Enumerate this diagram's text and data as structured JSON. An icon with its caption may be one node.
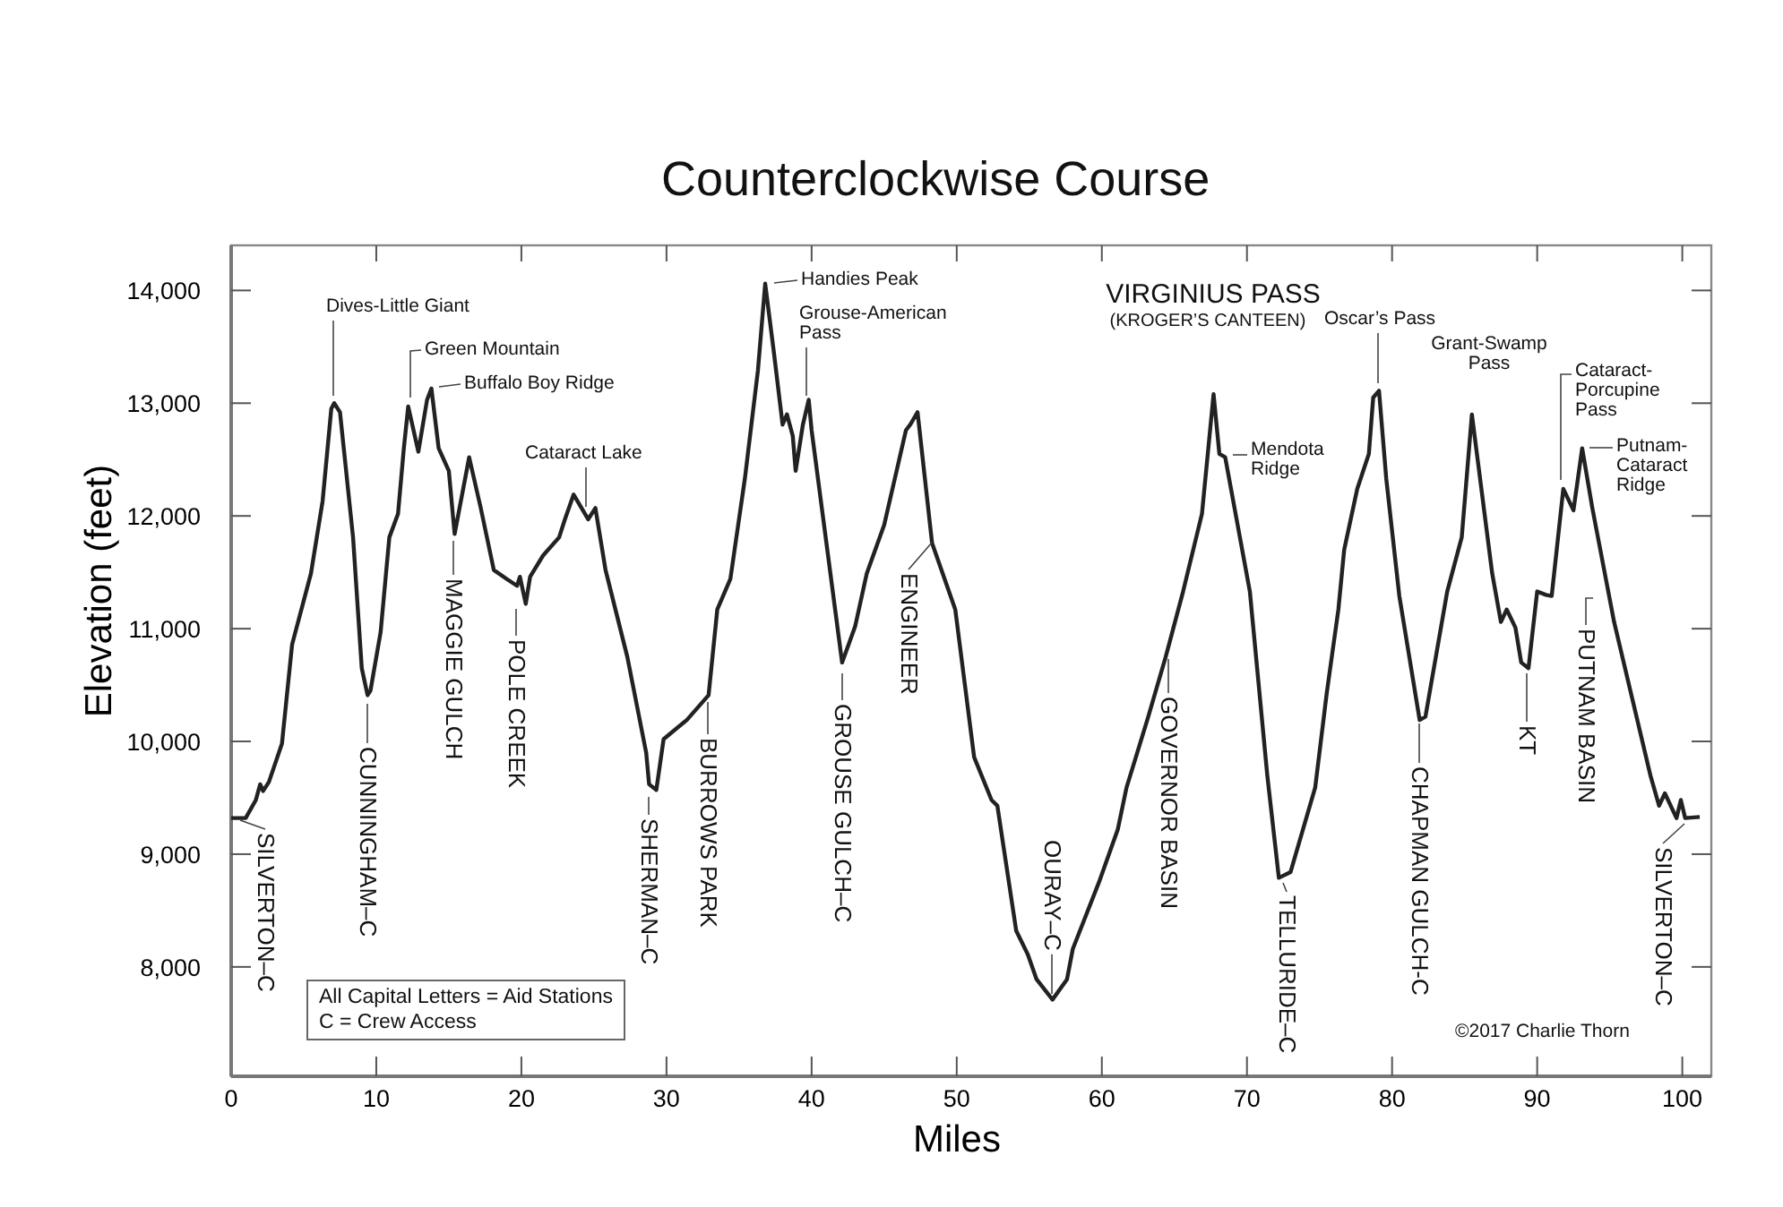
{
  "diagram": {
    "title": "Counterclockwise Course",
    "nodes": [
      {
        "text": [
          "SILVERTON–C"
        ]
      },
      {
        "text": [
          "Dives-Little Giant"
        ]
      },
      {
        "text": [
          "CUNNINGHAM–C"
        ]
      },
      {
        "text": [
          "Green Mountain"
        ]
      },
      {
        "text": [
          "Buffalo Boy Ridge"
        ]
      },
      {
        "text": [
          "MAGGIE GULCH"
        ]
      },
      {
        "text": [
          "POLE CREEK"
        ]
      },
      {
        "text": [
          "Cataract Lake"
        ]
      },
      {
        "text": [
          "SHERMAN–C"
        ]
      },
      {
        "text": [
          "BURROWS PARK"
        ]
      },
      {
        "text": [
          "Handies Peak"
        ]
      },
      {
        "text": [
          "Grouse-American Pass"
        ]
      },
      {
        "text": [
          "GROUSE GULCH–C"
        ]
      },
      {
        "text": [
          "ENGINEER"
        ]
      },
      {
        "text": [
          "OURAY–C"
        ]
      },
      {
        "text": [
          "GOVERNOR BASIN"
        ]
      },
      {
        "text": [
          "Mendota Ridge"
        ]
      },
      {
        "text": [
          "TELLURIDE–C"
        ]
      },
      {
        "text": [
          "Oscar’s Pass"
        ]
      },
      {
        "text": [
          "CHAPMAN GULCH-C"
        ]
      },
      {
        "text": [
          "KT"
        ]
      },
      {
        "text": [
          "Cataract-Porcupine Pass"
        ]
      },
      {
        "text": [
          "Putnam-Cataract Ridge"
        ]
      },
      {
        "text": [
          "PUTNAM BASIN"
        ]
      },
      {
        "text": [
          "SILVERTON–C"
        ]
      },
      {
        "text": [
          "All Capital Letters = Aid Stations",
          "C = Crew Access"
        ]
      }
    ],
    "edges": [
      {
        "from": 0,
        "to": null,
        "arrow": "none"
      },
      {
        "from": 1,
        "to": null,
        "arrow": "none"
      },
      {
        "from": 2,
        "to": null,
        "arrow": "none"
      },
      {
        "from": 3,
        "to": null,
        "arrow": "none"
      },
      {
        "from": 4,
        "to": null,
        "arrow": "none"
      },
      {
        "from": 5,
        "to": null,
        "arrow": "none"
      },
      {
        "from": 6,
        "to": null,
        "arrow": "none"
      },
      {
        "from": 7,
        "to": null,
        "arrow": "none"
      },
      {
        "from": 8,
        "to": null,
        "arrow": "none"
      },
      {
        "from": 9,
        "to": null,
        "arrow": "none"
      },
      {
        "from": 10,
        "to": null,
        "arrow": "none"
      },
      {
        "from": 11,
        "to": null,
        "arrow": "none"
      },
      {
        "from": 12,
        "to": null,
        "arrow": "none"
      },
      {
        "from": 13,
        "to": null,
        "arrow": "none"
      },
      {
        "from": 14,
        "to": null,
        "arrow": "none"
      },
      {
        "from": 15,
        "to": null,
        "arrow": "none"
      },
      {
        "from": 16,
        "to": null,
        "arrow": "none"
      },
      {
        "from": 17,
        "to": null,
        "arrow": "none"
      },
      {
        "from": 18,
        "to": null,
        "arrow": "none"
      },
      {
        "from": 19,
        "to": null,
        "arrow": "none"
      },
      {
        "from": 20,
        "to": null,
        "arrow": "none"
      },
      {
        "from": 21,
        "to": null,
        "arrow": "none"
      },
      {
        "from": 22,
        "to": null,
        "arrow": "none"
      },
      {
        "from": 23,
        "to": null,
        "arrow": "none"
      },
      {
        "from": 24,
        "to": null,
        "arrow": "none"
      }
    ],
    "labels": [
      "VIRGINIUS PASS",
      "(KROGER’S CANTEEN)",
      "Grant-Swamp Pass",
      "©2017 Charlie Thorn"
    ],
    "chart_data": {
      "type": "line",
      "xlabel": "Miles",
      "ylabel": "Elevation (feet)",
      "x": [
        0,
        1,
        1.7,
        2,
        2.2,
        2.6,
        3.5,
        4.2,
        5.5,
        6.3,
        6.9,
        7.1,
        7.5,
        8.4,
        9,
        9.4,
        9.6,
        10.3,
        10.9,
        11.5,
        11.9,
        12.2,
        12.9,
        13.5,
        13.8,
        14.3,
        15,
        15.4,
        16.4,
        17.2,
        18.1,
        19,
        19.7,
        19.9,
        20.3,
        20.6,
        21.5,
        22.6,
        23,
        23.6,
        24.6,
        25.1,
        25.8,
        27.3,
        28.6,
        28.8,
        29.3,
        29.8,
        31.4,
        32.9,
        33.5,
        34.4,
        35.4,
        36.3,
        36.8,
        37.4,
        38,
        38.3,
        38.7,
        38.9,
        39.4,
        39.8,
        40,
        42.1,
        43,
        43.8,
        45,
        46.5,
        46.8,
        47.3,
        48.3,
        49.9,
        51.2,
        52.4,
        52.8,
        54.1,
        54.9,
        55.5,
        56.6,
        57.6,
        58,
        59.8,
        61.1,
        61.7,
        63.2,
        64.4,
        65.6,
        66.9,
        67.7,
        68.1,
        68.5,
        70.2,
        71.4,
        72.2,
        73,
        74.7,
        75.5,
        76.3,
        76.7,
        77.6,
        78.4,
        78.7,
        79.1,
        79.6,
        80.5,
        81.9,
        82.3,
        83.8,
        84.8,
        85.5,
        86.9,
        87.5,
        87.9,
        88.5,
        88.9,
        89.4,
        90,
        90.6,
        91,
        91.8,
        92.5,
        93.1,
        93.8,
        95.3,
        97.8,
        98.4,
        98.8,
        99.6,
        99.9,
        100.2,
        101.2
      ],
      "series": [
        {
          "color": "#222222",
          "values": [
            9320,
            9320,
            9480,
            9620,
            9560,
            9640,
            9980,
            10860,
            11490,
            12130,
            12950,
            13000,
            12920,
            11810,
            10650,
            10410,
            10450,
            10970,
            11810,
            12020,
            12600,
            12970,
            12570,
            13030,
            13130,
            12600,
            12400,
            11840,
            12520,
            12070,
            11520,
            11440,
            11380,
            11460,
            11220,
            11460,
            11650,
            11810,
            11970,
            12190,
            11970,
            12070,
            11520,
            10750,
            9900,
            9620,
            9570,
            10020,
            10190,
            10410,
            11170,
            11440,
            12330,
            13290,
            14060,
            13450,
            12810,
            12900,
            12710,
            12400,
            12810,
            13030,
            12760,
            10700,
            11020,
            11490,
            11920,
            12760,
            12810,
            12920,
            11760,
            11170,
            9860,
            9480,
            9430,
            8320,
            8110,
            7890,
            7710,
            7890,
            8160,
            8750,
            9220,
            9590,
            10220,
            10750,
            11330,
            12020,
            13080,
            12550,
            12520,
            11330,
            9700,
            8790,
            8840,
            9590,
            10430,
            11170,
            11700,
            12240,
            12550,
            13050,
            13110,
            12330,
            11290,
            10190,
            10220,
            11330,
            11810,
            12900,
            11490,
            11060,
            11170,
            11010,
            10700,
            10650,
            11330,
            11300,
            11290,
            12240,
            12050,
            12600,
            12070,
            11060,
            9700,
            9430,
            9540,
            9320,
            9480,
            9320,
            9330
          ]
        }
      ],
      "xlim": [
        0,
        102
      ],
      "ylim": [
        7030,
        14400
      ],
      "xticks": [
        0,
        10,
        20,
        30,
        40,
        50,
        60,
        70,
        80,
        90,
        100
      ],
      "yticks": [
        {
          "value": 8000,
          "label": "8,000"
        },
        {
          "value": 9000,
          "label": "9,000"
        },
        {
          "value": 10000,
          "label": "10,000"
        },
        {
          "value": 11000,
          "label": "11,000"
        },
        {
          "value": 12000,
          "label": "12,000"
        },
        {
          "value": 13000,
          "label": "13,000"
        },
        {
          "value": 14000,
          "label": "14,000"
        }
      ]
    }
  }
}
